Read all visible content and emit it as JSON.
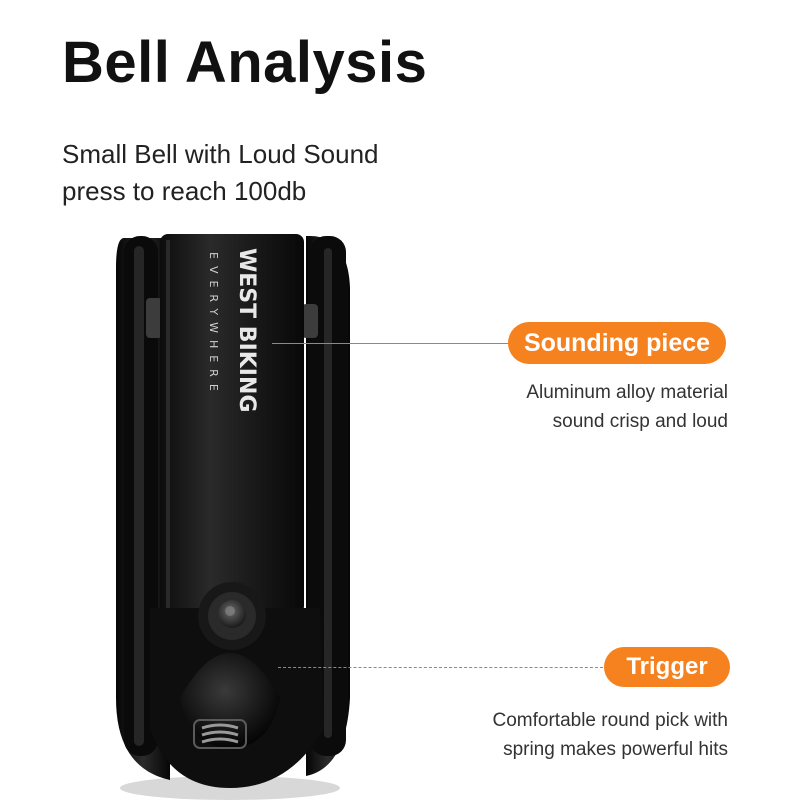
{
  "header": {
    "title": "Bell Analysis",
    "subtitle_lines": [
      "Small Bell with Loud Sound",
      "press to reach 100db"
    ]
  },
  "product": {
    "brand_name": "WEST BIKING",
    "brand_tagline": "EVERYWHERE",
    "body_color": "#141414"
  },
  "callouts": [
    {
      "label": "Sounding piece",
      "description_lines": [
        "Aluminum alloy material",
        "sound crisp and loud"
      ]
    },
    {
      "label": "Trigger",
      "description_lines": [
        "Comfortable round pick with",
        "spring makes powerful hits"
      ]
    }
  ],
  "accent_color": "#f5821f"
}
